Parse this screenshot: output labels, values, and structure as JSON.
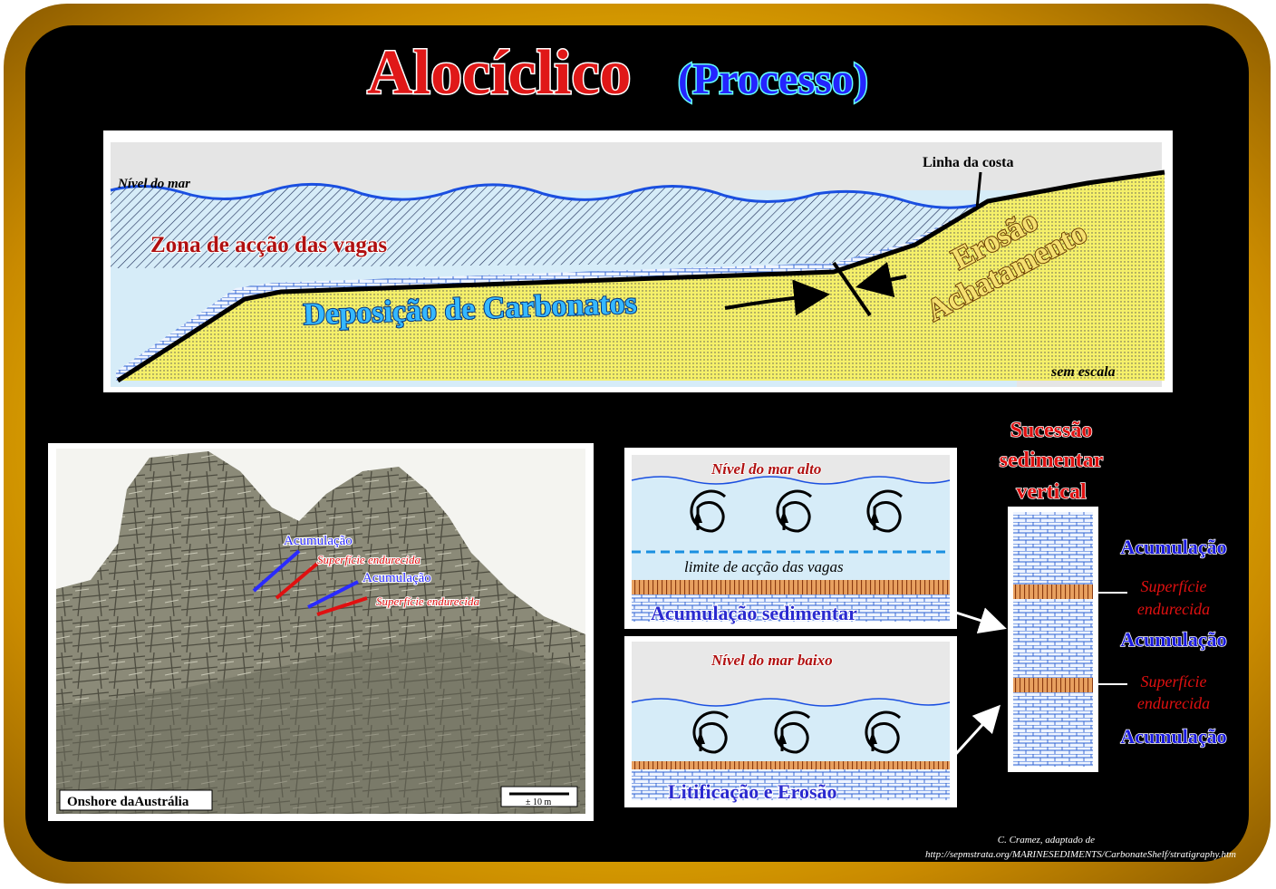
{
  "title": {
    "main": "Alocíclico",
    "sub": "(Processo)"
  },
  "profile": {
    "sea_level_label": "Nível do mar",
    "coastline_label": "Linha da costa",
    "wave_zone_label": "Zona de acção das vagas",
    "deposition_label": "Deposição de Carbonatos",
    "erosion_label": "Erosão",
    "flattening_label": "Achatamento",
    "scale_label": "sem escala"
  },
  "photo": {
    "caption": "Onshore daAustrália",
    "scale_bar_label": "± 10 m",
    "annotations": {
      "acc_1": "Acumulação",
      "hard_1": "Superfície endurecida",
      "acc_2": "Acumulação",
      "hard_2": "Superfície endurecida"
    }
  },
  "high_panel": {
    "title": "Nível do mar alto",
    "limit_label": "limite de acção das vagas",
    "bottom_label": "Acumulação sedimentar"
  },
  "low_panel": {
    "title": "Nível do mar baixo",
    "bottom_label": "Litificação e Erosão"
  },
  "succession": {
    "title_1": "Sucessão",
    "title_2": "sedimentar",
    "title_3": "vertical",
    "acc_top": "Acumulação",
    "hard_1a": "Superfície",
    "hard_1b": "endurecida",
    "acc_mid": "Acumulação",
    "hard_2a": "Superfície",
    "hard_2b": "endurecida",
    "acc_bot": "Acumulação"
  },
  "credit": {
    "line1": "C. Cramez, adaptado de",
    "line2": "http://sepmstrata.org/MARINESEDIMENTS/CarbonateShelf/stratigraphy.htm"
  },
  "colors": {
    "title_red": "#e01818",
    "title_blue": "#2424ff",
    "water": "#d6ecf8",
    "sand": "#f5f06a",
    "wave_blue": "#1a4fe0",
    "brick": "#2a5fd0",
    "hardground": "#c8612a",
    "red_label": "#e01010",
    "blue_label": "#1a1adf"
  }
}
